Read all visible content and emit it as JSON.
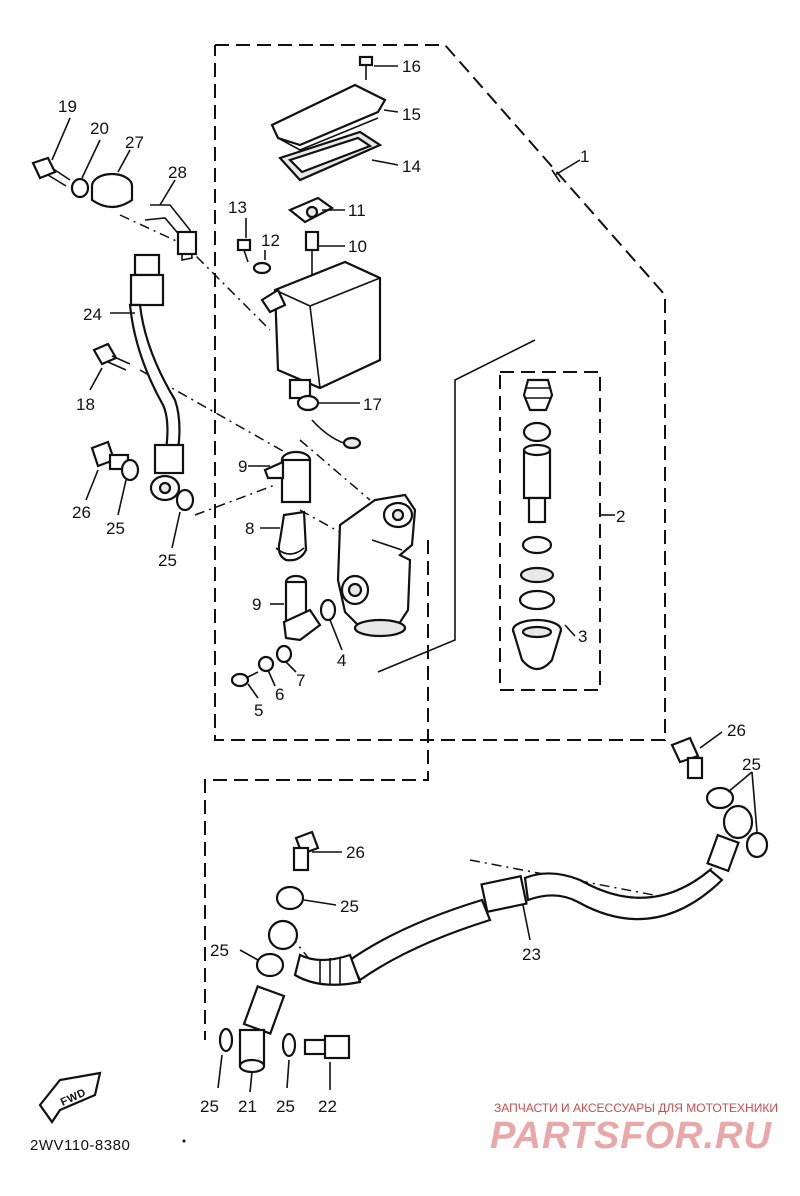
{
  "diagram": {
    "part_numbers": {
      "p1": "1",
      "p2": "2",
      "p3": "3",
      "p4": "4",
      "p5": "5",
      "p6": "6",
      "p7": "7",
      "p8": "8",
      "p9a": "9",
      "p9b": "9",
      "p10": "10",
      "p11": "11",
      "p12": "12",
      "p13": "13",
      "p14": "14",
      "p15": "15",
      "p16": "16",
      "p17": "17",
      "p18": "18",
      "p19": "19",
      "p20": "20",
      "p21": "21",
      "p22": "22",
      "p23": "23",
      "p24": "24",
      "p25a": "25",
      "p25b": "25",
      "p25c": "25",
      "p25d": "25",
      "p25e": "25",
      "p25f": "25",
      "p25g": "25",
      "p26a": "26",
      "p26b": "26",
      "p26c": "26",
      "p27": "27",
      "p28": "28"
    },
    "fwd_label": "FWD",
    "reference_code": "2WV110-8380"
  },
  "watermark": {
    "tagline": "ЗАПЧАСТИ И АКСЕССУАРЫ ДЛЯ МОТОТЕХНИКИ",
    "brand": "PARTSFOR.RU",
    "color": "#e9a7a7"
  }
}
